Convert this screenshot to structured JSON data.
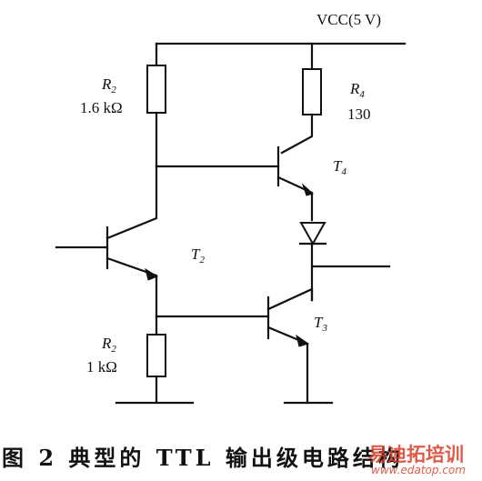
{
  "supply_label": "VCC(5 V)",
  "components": {
    "r_top_left": {
      "name": "R",
      "sub": "2",
      "value": "1.6 kΩ"
    },
    "r_top_right": {
      "name": "R",
      "sub": "4",
      "value": "130"
    },
    "r_bottom": {
      "name": "R",
      "sub": "2",
      "value": "1 kΩ"
    },
    "t4": {
      "name": "T",
      "sub": "4"
    },
    "t2": {
      "name": "T",
      "sub": "2"
    },
    "t3": {
      "name": "T",
      "sub": "3"
    }
  },
  "caption": "图 2  典型的 TTL 输出级电路结构",
  "watermark": {
    "text": "易迪拓培训",
    "url": "www.edatop.com"
  }
}
